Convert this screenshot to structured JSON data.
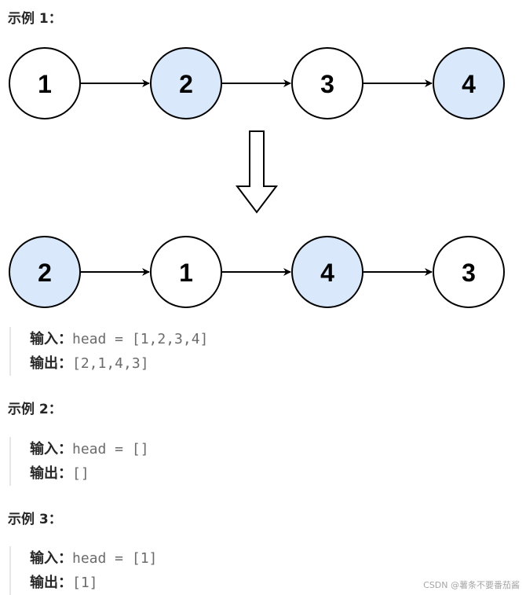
{
  "example1": {
    "title": "示例 1：",
    "before_nodes": [
      "1",
      "2",
      "3",
      "4"
    ],
    "after_nodes": [
      "2",
      "1",
      "4",
      "3"
    ],
    "input_label": "输入：",
    "input_value": "head = [1,2,3,4]",
    "output_label": "输出：",
    "output_value": "[2,1,4,3]"
  },
  "example2": {
    "title": "示例 2：",
    "input_label": "输入：",
    "input_value": "head = []",
    "output_label": "输出：",
    "output_value": "[]"
  },
  "example3": {
    "title": "示例 3：",
    "input_label": "输入：",
    "input_value": "head = [1]",
    "output_label": "输出：",
    "output_value": "[1]"
  },
  "colors": {
    "highlight_fill": "#dae8fc",
    "plain_fill": "#ffffff",
    "stroke": "#000000"
  },
  "watermark": "CSDN @薯条不要番茄酱"
}
